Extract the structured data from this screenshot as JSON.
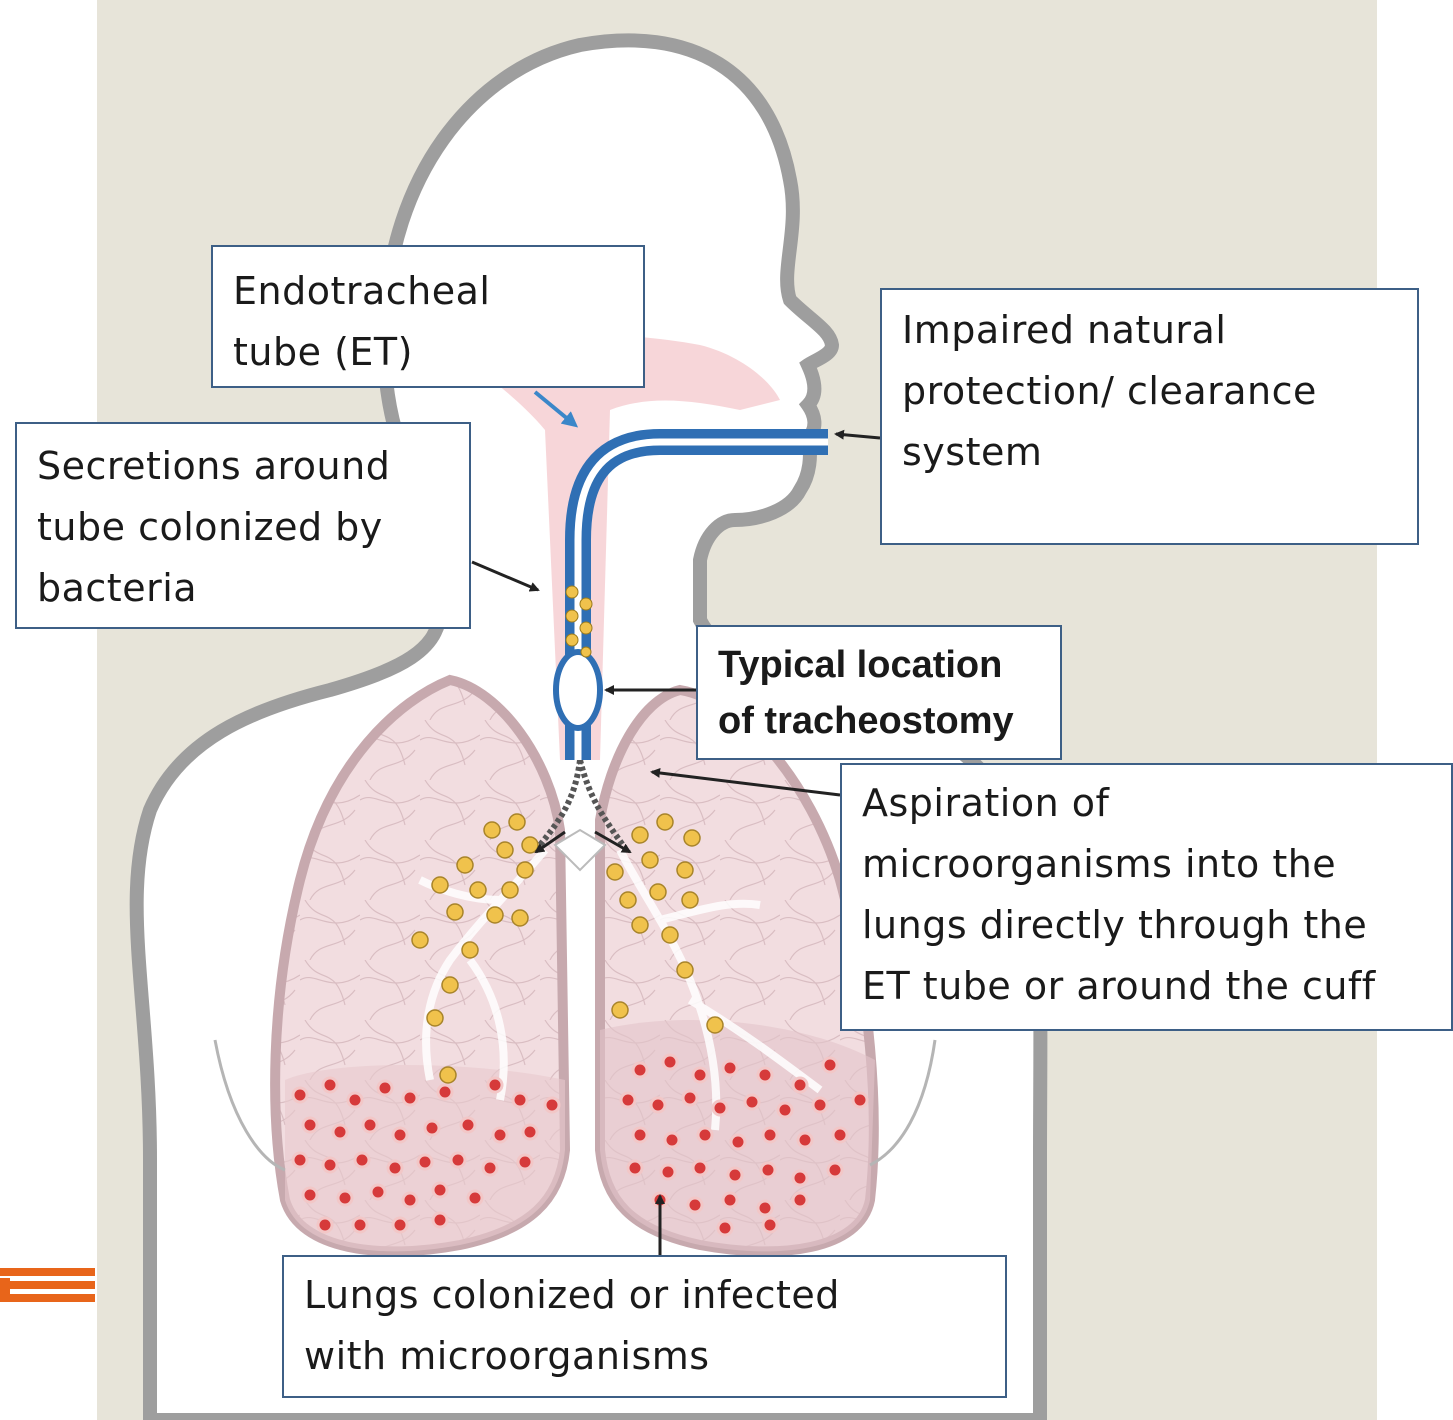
{
  "colors": {
    "background_panel": "#e7e4d9",
    "body_outline": "#9e9e9e",
    "airway_pink": "#f6cfd2",
    "lung_fill": "#f2dde0",
    "lung_edge": "#c7a9ae",
    "tube_blue": "#2f6fb4",
    "bacteria_yellow": "#f0c24c",
    "bacteria_red": "#d63a3a",
    "box_border": "#3d5f86",
    "logo_orange": "#e8651a"
  },
  "labels": {
    "et_tube": [
      "Endotracheal",
      "tube (ET)"
    ],
    "impaired_protection": [
      "Impaired natural",
      "protection/ clearance",
      "system"
    ],
    "secretions": [
      "Secretions around",
      "tube colonized by",
      "bacteria"
    ],
    "tracheostomy": [
      "Typical location",
      "of tracheostomy"
    ],
    "aspiration": [
      "Aspiration of",
      "microorganisms into the",
      "lungs directly through the",
      "ET tube or around the cuff"
    ],
    "lungs_colonized": [
      "Lungs colonized or infected",
      "with microorganisms"
    ]
  },
  "icons": {
    "logo": "orange-stripes-logo"
  }
}
